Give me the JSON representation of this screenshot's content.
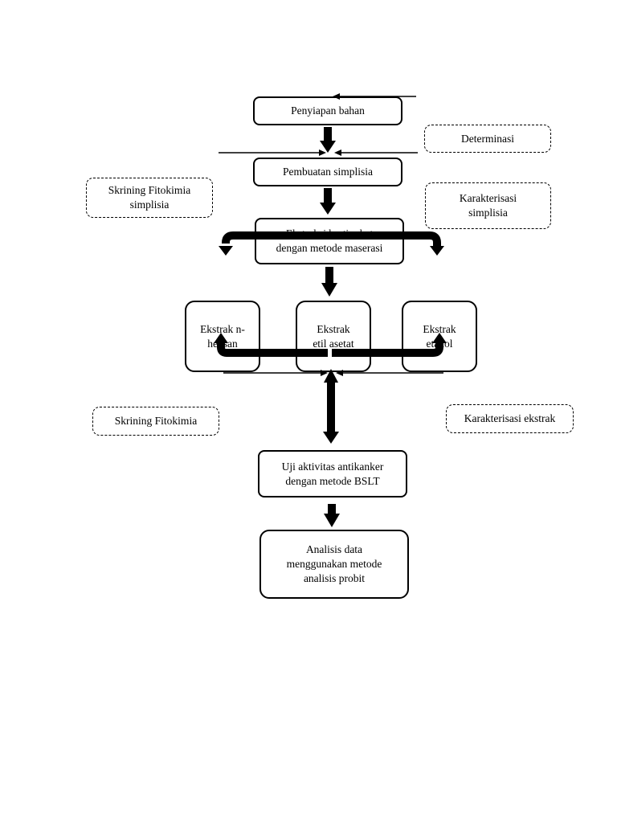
{
  "diagram": {
    "steps": {
      "penyiapan": "Penyiapan bahan",
      "pembuatan": "Pembuatan simplisia",
      "ekstraksi": "Ekstraksi bertingkat\ndengan metode maserasi",
      "nheksan": "Ekstrak n-\nheksan",
      "etilasetat": "Ekstrak\netil asetat",
      "etanol": "Ekstrak\netanol",
      "uji": "Uji aktivitas antikanker\ndengan metode BSLT",
      "analisis": "Analisis data\nmenggunakan metode\nanalisis probit"
    },
    "side_notes": {
      "determinasi": "Determinasi",
      "skrining_simplisia": "Skrining Fitokimia\nsimplisia",
      "karakterisasi_simplisia": "Karakterisasi\nsimplisia",
      "skrining": "Skrining Fitokimia",
      "karakterisasi_ekstrak": "Karakterisasi ekstrak"
    }
  }
}
